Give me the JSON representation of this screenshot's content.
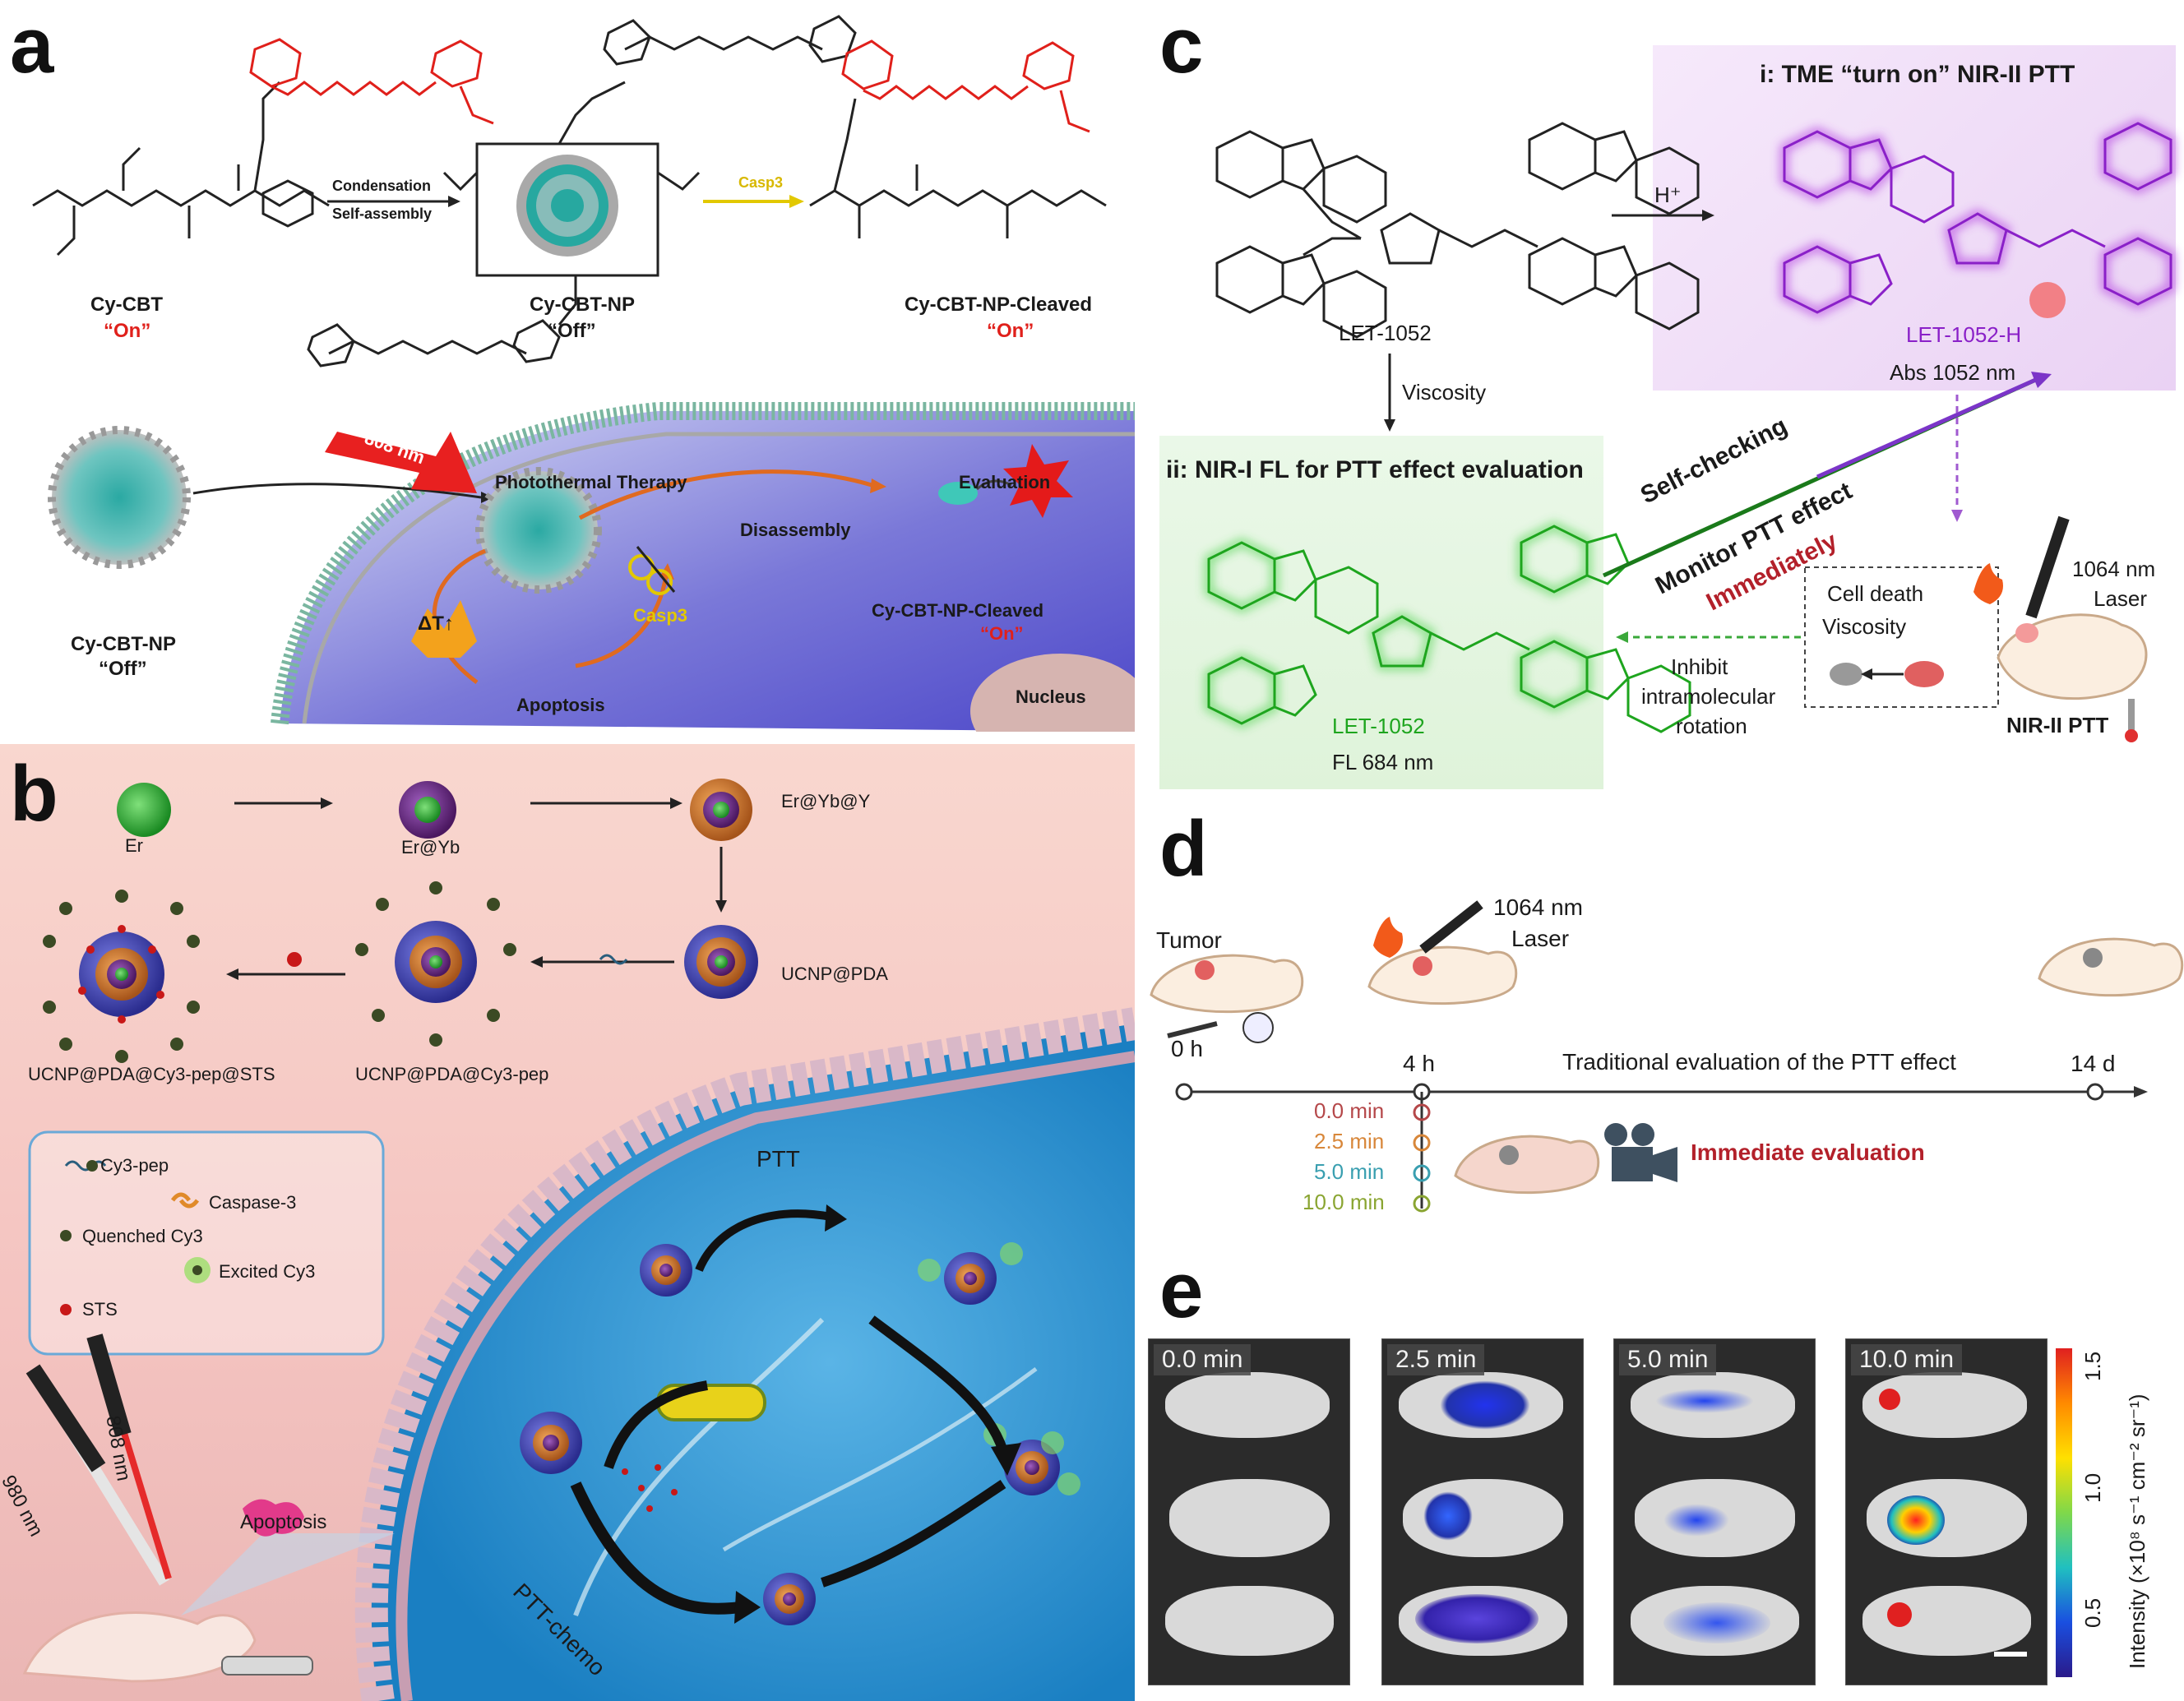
{
  "panels": {
    "a": {
      "label": "a",
      "reaction": {
        "arrow_top": "Condensation",
        "arrow_bottom": "Self-assembly",
        "enzyme": "Casp3"
      },
      "compounds": [
        {
          "name": "Cy-CBT",
          "state": "“On”"
        },
        {
          "name": "Cy-CBT-NP",
          "state": "“Off”"
        },
        {
          "name": "Cy-CBT-NP-Cleaved",
          "state": "“On”"
        }
      ],
      "cell": {
        "laser": "808 nm",
        "ptt": "Photothermal Therapy",
        "disassembly": "Disassembly",
        "evaluation": "Evaluation",
        "np_name": "Cy-CBT-NP",
        "np_state": "“Off”",
        "cleaved_name": "Cy-CBT-NP-Cleaved",
        "cleaved_state": "“On”",
        "heat": "ΔT↑",
        "apoptosis": "Apoptosis",
        "casp3": "Casp3",
        "nucleus": "Nucleus"
      }
    },
    "b": {
      "label": "b",
      "synthesis": [
        "Er",
        "Er@Yb",
        "Er@Yb@Y",
        "UCNP@PDA",
        "UCNP@PDA@Cy3-pep",
        "UCNP@PDA@Cy3-pep@STS"
      ],
      "legend": [
        "Cy3-pep",
        "Caspase-3",
        "Quenched Cy3",
        "Excited Cy3",
        "STS"
      ],
      "laser_980": "980 nm",
      "laser_808": "808 nm",
      "apoptosis": "Apoptosis",
      "ptt": "PTT",
      "ptt_chemo": "PTT-chemo"
    },
    "c": {
      "label": "c",
      "title_i": "i: TME “turn on” NIR-II PTT",
      "title_ii": "ii: NIR-I FL for PTT effect evaluation",
      "compound": "LET-1052",
      "compound_h": "LET-1052-H",
      "abs": "Abs 1052 nm",
      "fl": "FL 684 nm",
      "hplus": "H⁺",
      "viscosity": "Viscosity",
      "self_checking": "Self-checking",
      "monitor": "Monitor PTT effect",
      "immediately": "Immediately",
      "cell_death": "Cell death",
      "viscosity2": "Viscosity",
      "inhibit": [
        "Inhibit",
        "intramolecular",
        "rotation"
      ],
      "laser": [
        "1064 nm",
        "Laser"
      ],
      "nir2ptt": "NIR-II PTT"
    },
    "d": {
      "label": "d",
      "tumor": "Tumor",
      "laser": [
        "1064 nm",
        "Laser"
      ],
      "t0": "0 h",
      "t4": "4 h",
      "t14": "14 d",
      "traditional": "Traditional evaluation of the PTT effect",
      "times": [
        "0.0 min",
        "2.5 min",
        "5.0 min",
        "10.0 min"
      ],
      "time_colors": [
        "#b5484a",
        "#d8873a",
        "#3a9fb0",
        "#8aa532"
      ],
      "immediate": "Immediate evaluation"
    },
    "e": {
      "label": "e",
      "frames": [
        "0.0 min",
        "2.5 min",
        "5.0 min",
        "10.0 min"
      ],
      "colorbar": {
        "label": "Intensity (×10⁸ s⁻¹ cm⁻² sr⁻¹)",
        "ticks": [
          "1.5",
          "1.0",
          "0.5"
        ]
      }
    }
  }
}
